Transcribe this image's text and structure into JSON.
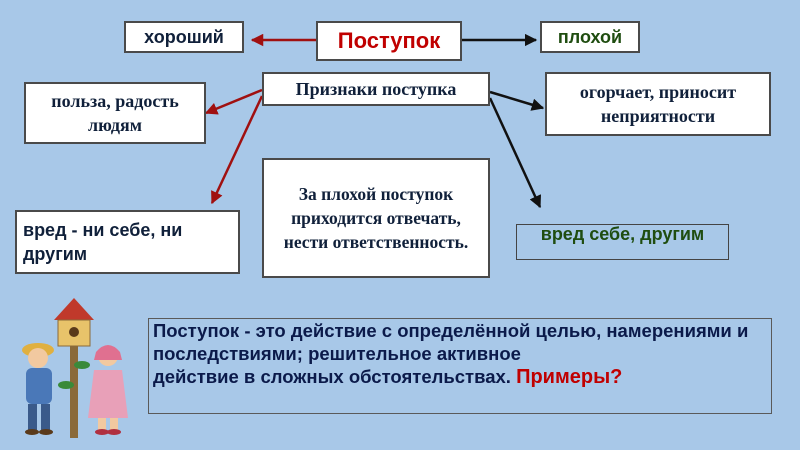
{
  "top": {
    "center": "Поступок",
    "left": "хороший",
    "right": "плохой"
  },
  "signs": {
    "title": "Признаки поступка",
    "good_benefit": "польза, радость людям",
    "good_harm": "вред - ни себе, ни другим",
    "bad_effect": "огорчает, приносит неприятности",
    "bad_harm": "вред себе, другим",
    "responsibility": "За плохой поступок приходится отвечать, нести ответственность."
  },
  "definition": {
    "text_1": "Поступок - это действие с определённой целью, намерениями и последствиями; решительное активное",
    "text_2": "действие в сложных обстоятельствах. ",
    "highlight": "Примеры?"
  },
  "colors": {
    "background": "#a8c8e8",
    "good_arrow": "#a01010",
    "bad_arrow": "#111111",
    "highlight": "#c00000"
  },
  "illustration": {
    "icon": "kids-birdhouse-illustration"
  }
}
